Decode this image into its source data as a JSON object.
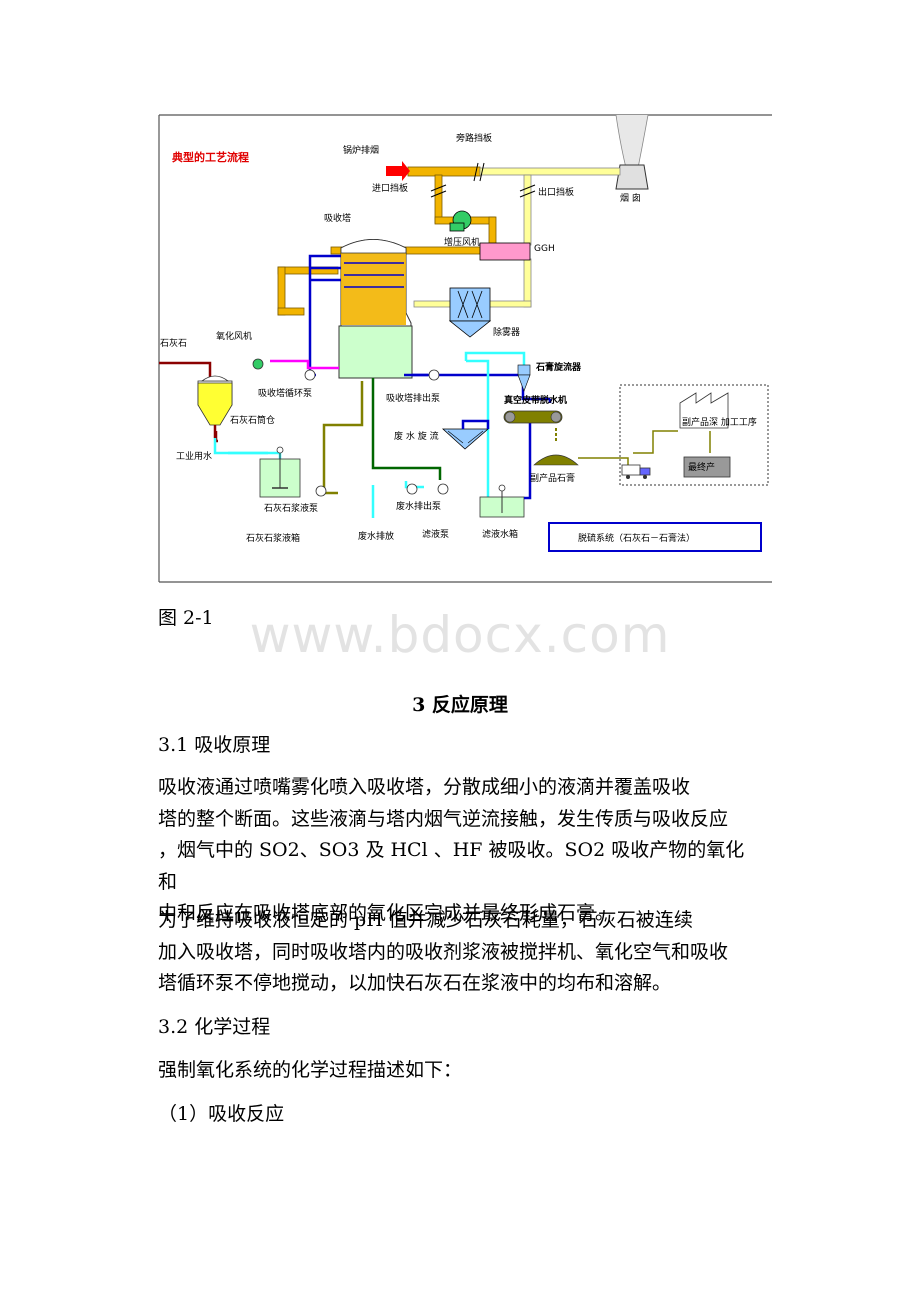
{
  "figure": {
    "title": "典型的工艺流程",
    "labels": {
      "boiler_exhaust": "锅炉排烟",
      "bypass_damper": "旁路挡板",
      "inlet_damper": "进口挡板",
      "outlet_damper": "出口挡板",
      "chimney": "烟 囱",
      "absorber": "吸收塔",
      "booster_fan": "增压风机",
      "ggh": "GGH",
      "demister": "除雾器",
      "limestone": "石灰石",
      "oxidation_fan": "氧化风机",
      "recirc_pump": "吸收塔循环泵",
      "gypsum_cyclone": "石膏旋流器",
      "bleed_pump": "吸收塔排出泵",
      "vacuum_belt": "真空皮带脱水机",
      "silo": "石灰石筒仓",
      "waste_cyclone": "废 水 旋 流",
      "industrial_water": "工业用水",
      "byproduct_gypsum": "副产品石膏",
      "byproduct_process": "副产品深 加工工序",
      "final_product": "最终产",
      "slurry_pump": "石灰石浆液泵",
      "waste_pump": "废水排出泵",
      "slurry_tank": "石灰石浆液箱",
      "waste_discharge": "废水排放",
      "filtrate_pump": "滤液泵",
      "filtrate_tank": "滤液水箱",
      "system_name": "脱硫系统（石灰石－石膏法）"
    },
    "colors": {
      "flue_gas": "#f2b400",
      "clean_gas": "#ffff99",
      "circulation": "#0000cc",
      "limestone_feed": "#8b0000",
      "oxidation_air": "#ff00ff",
      "water": "#33ffff",
      "slurry": "#808000",
      "filtrate": "#006600",
      "title_red": "#e00000",
      "liquid": "#ccffcc",
      "ggh_pink": "#ff99cc",
      "pump_green": "#33cc66"
    }
  },
  "caption": "图 2-1",
  "watermark": "www.bdocx.com",
  "section_title": "3 反应原理",
  "sub1": "3.1 吸收原理",
  "para1_lines": [
    "吸收液通过喷嘴雾化喷入吸收塔，分散成细小的液滴并覆盖吸收",
    "塔的整个断面。这些液滴与塔内烟气逆流接触，发生传质与吸收反应",
    "，烟气中的 SO2、SO3 及 HCl 、HF 被吸收。SO2 吸收产物的氧化和",
    "中和反应在吸收塔底部的氧化区完成并最终形成石膏。"
  ],
  "para2_lines": [
    "为了维持吸收液恒定的 pH 值并减少石灰石耗量，石灰石被连续",
    "加入吸收塔，同时吸收塔内的吸收剂浆液被搅拌机、氧化空气和吸收",
    "塔循环泵不停地搅动，以加快石灰石在浆液中的均布和溶解。"
  ],
  "sub2": "3.2 化学过程",
  "para3": "强制氧化系统的化学过程描述如下：",
  "item1": "（1）吸收反应"
}
